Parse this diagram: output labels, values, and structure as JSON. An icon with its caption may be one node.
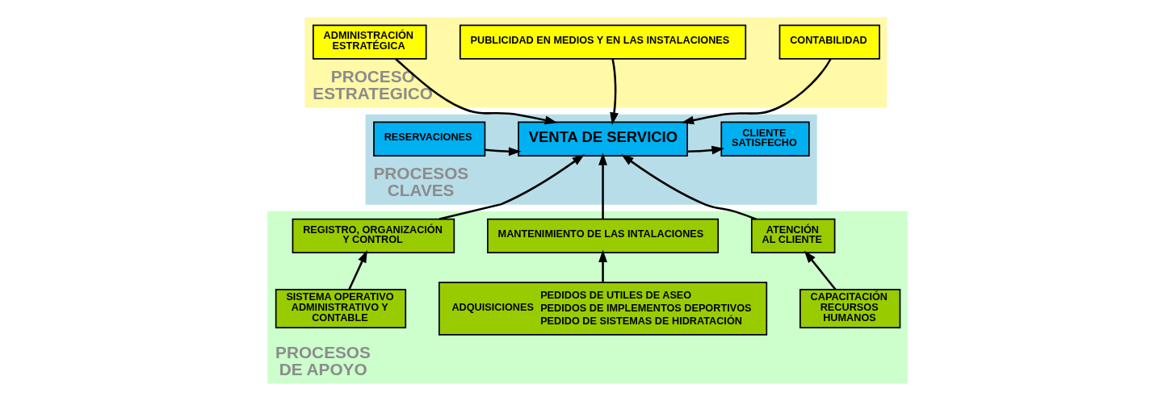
{
  "diagram": {
    "nodes": [
      {
        "text": [
          "PROCESO ESTRATEGICO"
        ]
      },
      {
        "text": [
          "ADMINISTRACIÓN ESTRATÉGICA"
        ],
        "in": 0
      },
      {
        "text": [
          "PUBLICIDAD EN MEDIOS Y EN LAS INSTALACIONES"
        ],
        "in": 0
      },
      {
        "text": [
          "CONTABILIDAD"
        ],
        "in": 0
      },
      {
        "text": [
          "PROCESOS CLAVES"
        ]
      },
      {
        "text": [
          "RESERVACIONES"
        ],
        "in": 4
      },
      {
        "text": [
          "VENTA DE SERVICIO"
        ],
        "in": 4
      },
      {
        "text": [
          "CLIENTE SATISFECHO"
        ],
        "in": 4
      },
      {
        "text": [
          "PROCESOS DE APOYO"
        ]
      },
      {
        "text": [
          "REGISTRO, ORGANIZACIÓN Y CONTROL"
        ],
        "in": 8
      },
      {
        "text": [
          "MANTENIMIENTO DE LAS INTALACIONES"
        ],
        "in": 8
      },
      {
        "text": [
          "ATENCIÓN AL CLIENTE"
        ],
        "in": 8
      },
      {
        "text": [
          "SISTEMA OPERATIVO ADMINISTRATIVO Y CONTABLE"
        ],
        "in": 8
      },
      {
        "text": [
          "ADQUISICIONES",
          "PEDIDOS DE UTILES DE ASEO",
          "PEDIDOS DE IMPLEMENTOS DEPORTIVOS",
          "PEDIDO DE SISTEMAS DE HIDRATACIÓN"
        ],
        "in": 8
      },
      {
        "text": [
          "CAPACITACIÓN RECURSOS HUMANOS"
        ],
        "in": 8
      }
    ],
    "edges": [
      {
        "from": 1,
        "to": 6,
        "arrow": "to"
      },
      {
        "from": 2,
        "to": 6,
        "arrow": "to"
      },
      {
        "from": 3,
        "to": 6,
        "arrow": "to"
      },
      {
        "from": 5,
        "to": 6,
        "arrow": "to"
      },
      {
        "from": 6,
        "to": 7,
        "arrow": "to"
      },
      {
        "from": 9,
        "to": 6,
        "arrow": "to"
      },
      {
        "from": 10,
        "to": 6,
        "arrow": "to"
      },
      {
        "from": 11,
        "to": 6,
        "arrow": "to"
      },
      {
        "from": 12,
        "to": 9,
        "arrow": "to"
      },
      {
        "from": 13,
        "to": 10,
        "arrow": "to"
      },
      {
        "from": 14,
        "to": 11,
        "arrow": "to"
      }
    ]
  }
}
